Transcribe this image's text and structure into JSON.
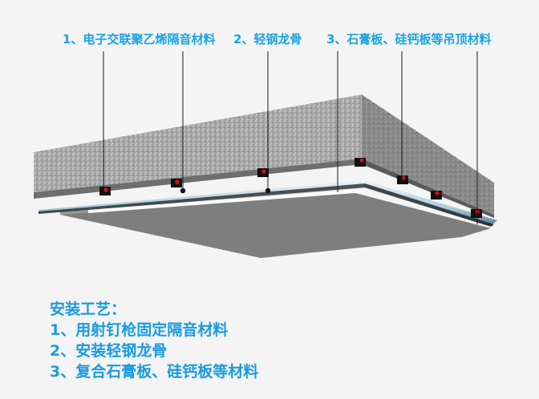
{
  "callouts": [
    {
      "label": "1、电子交联聚乙烯隔音材料"
    },
    {
      "label": "2、轻钢龙骨"
    },
    {
      "label": "3、石膏板、硅钙板等吊顶材料"
    }
  ],
  "installation": {
    "title": "安装工艺：",
    "steps": [
      "1、用射钉枪固定隔音材料",
      "2、安装轻钢龙骨",
      "3、复合石膏板、硅钙板等材料"
    ]
  },
  "colors": {
    "text_blue": "#1aa3e0",
    "background": "#f4f4f4",
    "insulation_gray": "#a9a9a9",
    "board_gray": "#7f7f7f",
    "fastener_red": "#d0101a"
  }
}
